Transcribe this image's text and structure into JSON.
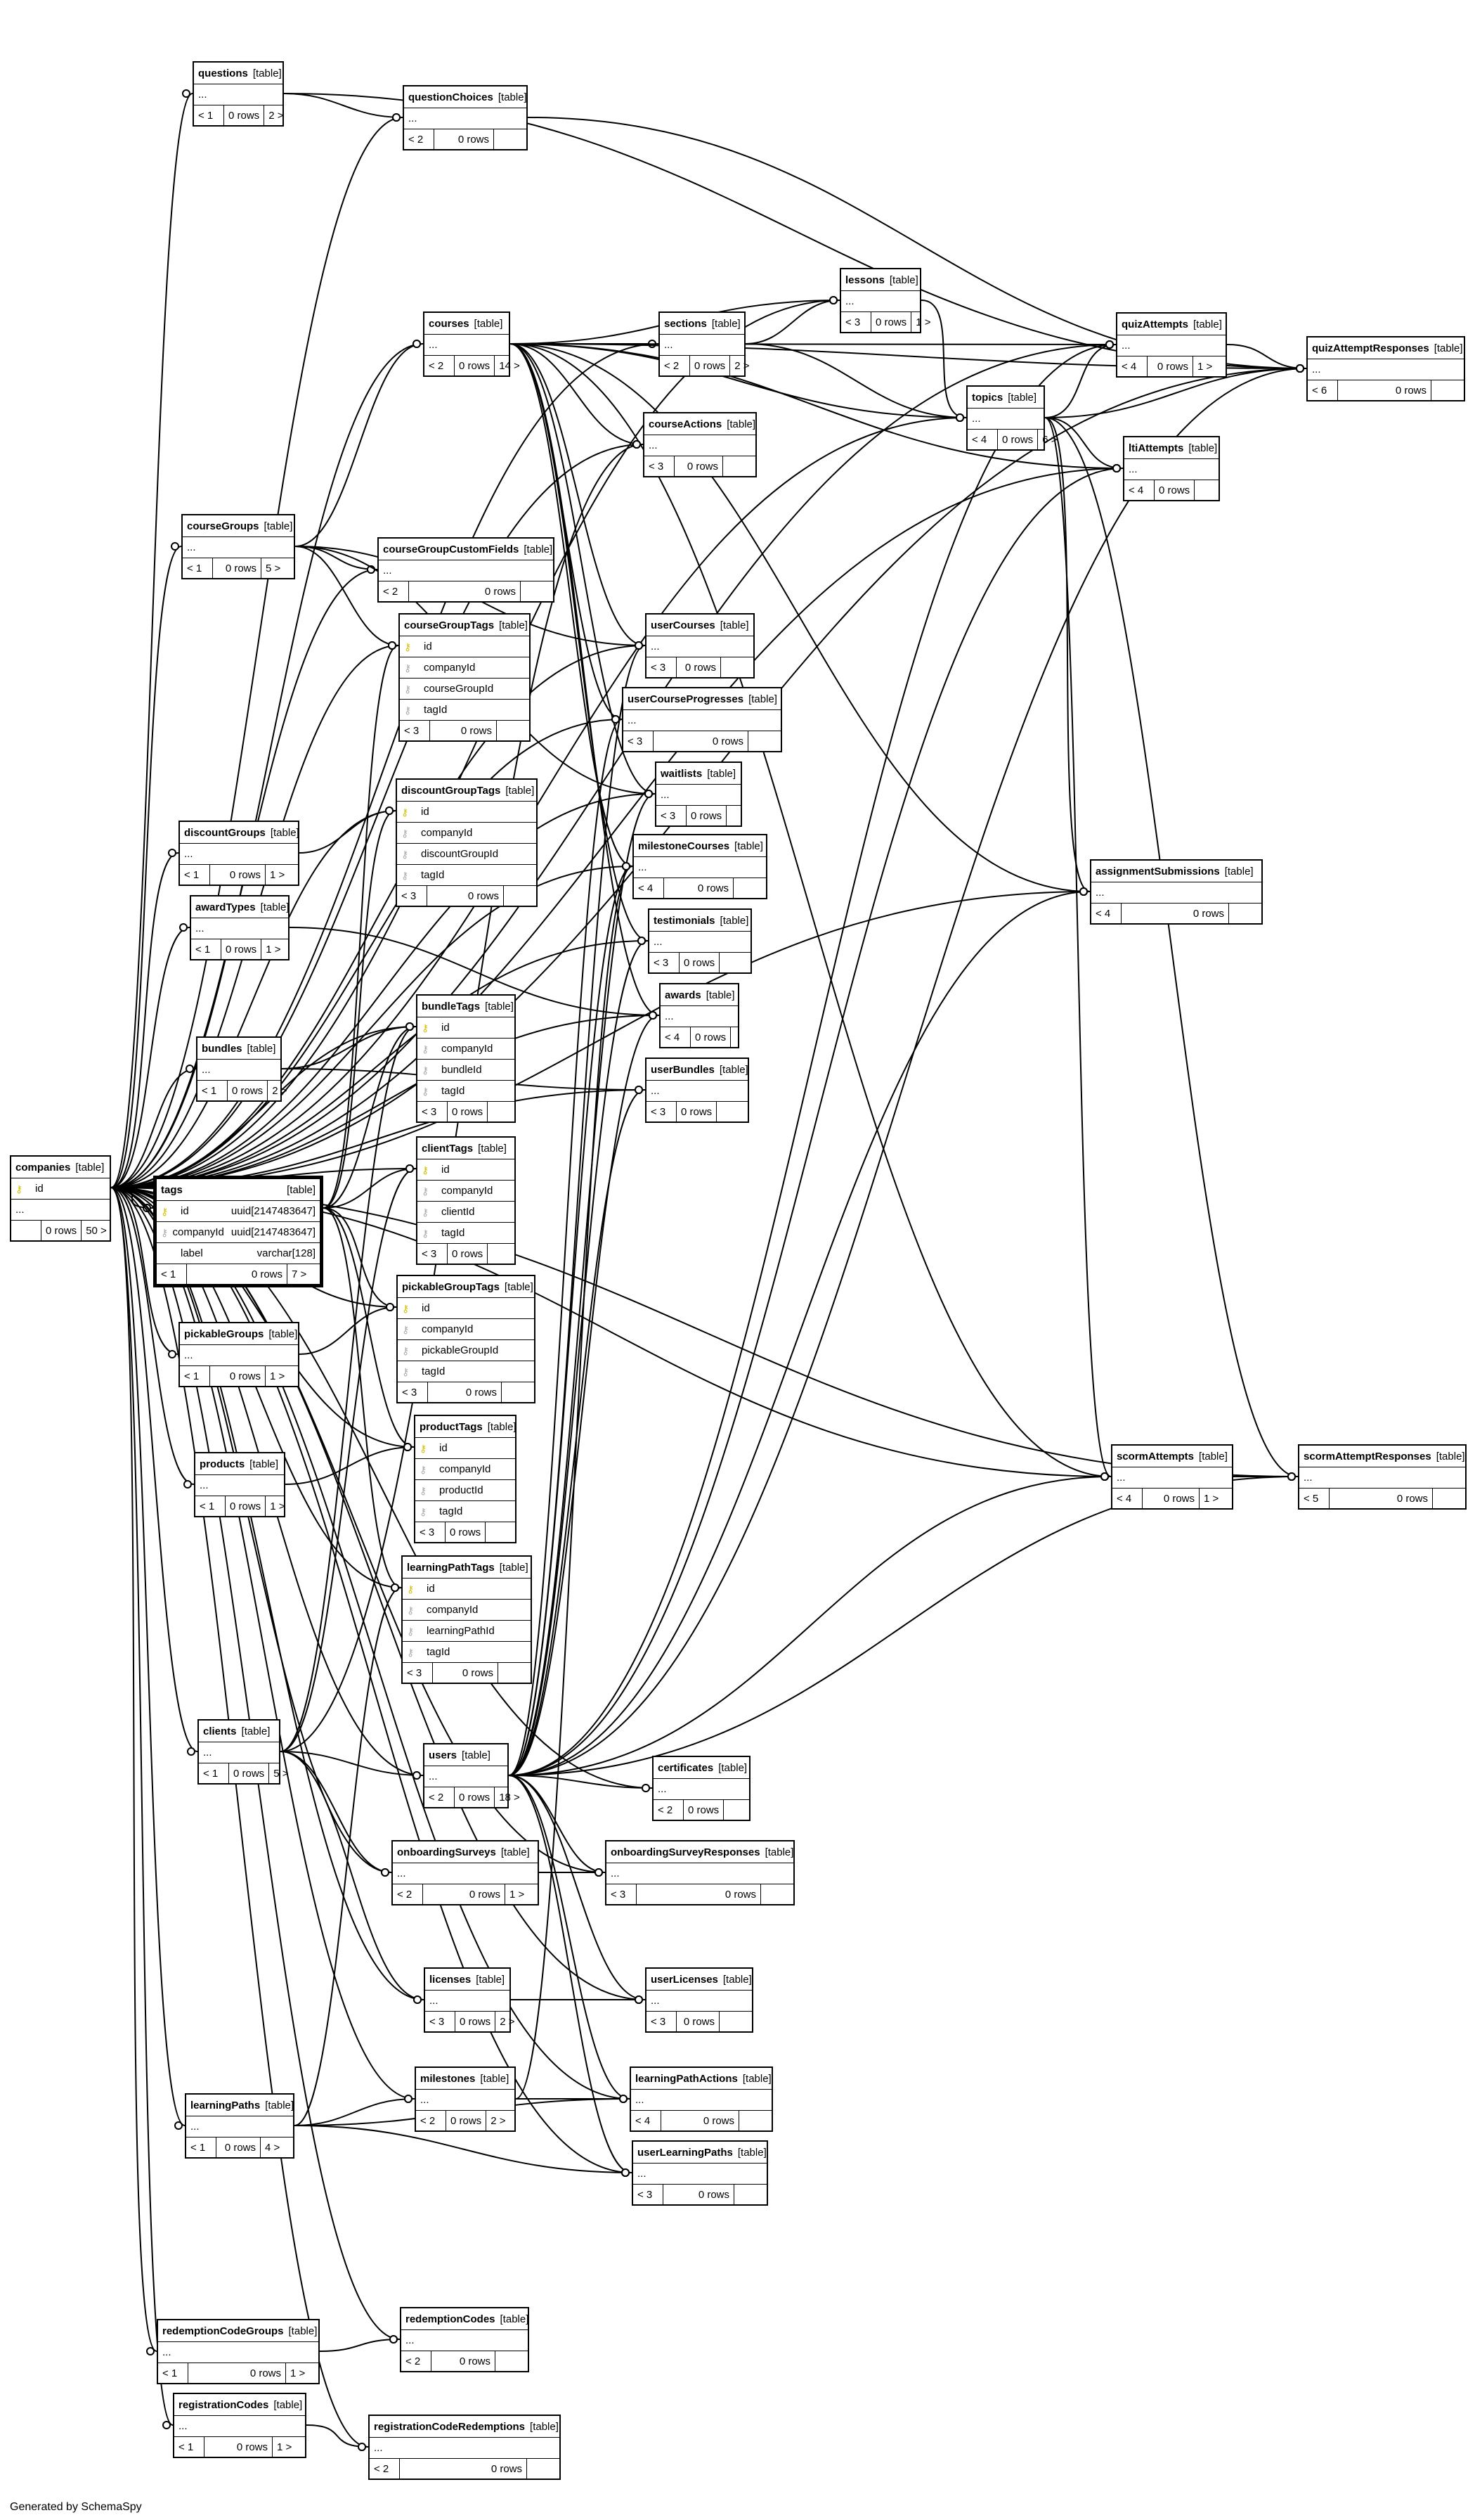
{
  "diagram": {
    "generated_by": "Generated by SchemaSpy",
    "kind_label": "[table]",
    "ellipsis": "...",
    "tables": [
      {
        "id": "questions",
        "name": "questions",
        "footer": [
          "< 1",
          "0 rows",
          "2 >"
        ]
      },
      {
        "id": "questionChoices",
        "name": "questionChoices",
        "footer": [
          "< 2",
          "0 rows",
          ""
        ]
      },
      {
        "id": "courses",
        "name": "courses",
        "footer": [
          "< 2",
          "0 rows",
          "14 >"
        ]
      },
      {
        "id": "sections",
        "name": "sections",
        "footer": [
          "< 2",
          "0 rows",
          "2 >"
        ]
      },
      {
        "id": "lessons",
        "name": "lessons",
        "footer": [
          "< 3",
          "0 rows",
          "1 >"
        ]
      },
      {
        "id": "quizAttempts",
        "name": "quizAttempts",
        "footer": [
          "< 4",
          "0 rows",
          "1 >"
        ]
      },
      {
        "id": "quizAttemptResponses",
        "name": "quizAttemptResponses",
        "footer": [
          "< 6",
          "0 rows",
          ""
        ]
      },
      {
        "id": "topics",
        "name": "topics",
        "footer": [
          "< 4",
          "0 rows",
          "6 >"
        ]
      },
      {
        "id": "courseActions",
        "name": "courseActions",
        "footer": [
          "< 3",
          "0 rows",
          ""
        ]
      },
      {
        "id": "ltiAttempts",
        "name": "ltiAttempts",
        "footer": [
          "< 4",
          "0 rows",
          ""
        ]
      },
      {
        "id": "courseGroups",
        "name": "courseGroups",
        "footer": [
          "< 1",
          "0 rows",
          "5 >"
        ]
      },
      {
        "id": "courseGroupCustomFields",
        "name": "courseGroupCustomFields",
        "footer": [
          "< 2",
          "0 rows",
          ""
        ]
      },
      {
        "id": "courseGroupTags",
        "name": "courseGroupTags",
        "columns": [
          {
            "key": "pk",
            "name": "id"
          },
          {
            "key": "fk",
            "name": "companyId"
          },
          {
            "key": "fk",
            "name": "courseGroupId"
          },
          {
            "key": "fk",
            "name": "tagId"
          }
        ],
        "footer": [
          "< 3",
          "0 rows",
          ""
        ]
      },
      {
        "id": "userCourses",
        "name": "userCourses",
        "footer": [
          "< 3",
          "0 rows",
          ""
        ]
      },
      {
        "id": "userCourseProgresses",
        "name": "userCourseProgresses",
        "footer": [
          "< 3",
          "0 rows",
          ""
        ]
      },
      {
        "id": "waitlists",
        "name": "waitlists",
        "footer": [
          "< 3",
          "0 rows",
          ""
        ]
      },
      {
        "id": "discountGroupTags",
        "name": "discountGroupTags",
        "columns": [
          {
            "key": "pk",
            "name": "id"
          },
          {
            "key": "fk",
            "name": "companyId"
          },
          {
            "key": "fk",
            "name": "discountGroupId"
          },
          {
            "key": "fk",
            "name": "tagId"
          }
        ],
        "footer": [
          "< 3",
          "0 rows",
          ""
        ]
      },
      {
        "id": "discountGroups",
        "name": "discountGroups",
        "footer": [
          "< 1",
          "0 rows",
          "1 >"
        ]
      },
      {
        "id": "milestoneCourses",
        "name": "milestoneCourses",
        "footer": [
          "< 4",
          "0 rows",
          ""
        ]
      },
      {
        "id": "assignmentSubmissions",
        "name": "assignmentSubmissions",
        "footer": [
          "< 4",
          "0 rows",
          ""
        ]
      },
      {
        "id": "awardTypes",
        "name": "awardTypes",
        "footer": [
          "< 1",
          "0 rows",
          "1 >"
        ]
      },
      {
        "id": "testimonials",
        "name": "testimonials",
        "footer": [
          "< 3",
          "0 rows",
          ""
        ]
      },
      {
        "id": "awards",
        "name": "awards",
        "footer": [
          "< 4",
          "0 rows",
          ""
        ]
      },
      {
        "id": "bundleTags",
        "name": "bundleTags",
        "columns": [
          {
            "key": "pk",
            "name": "id"
          },
          {
            "key": "fk",
            "name": "companyId"
          },
          {
            "key": "fk",
            "name": "bundleId"
          },
          {
            "key": "fk",
            "name": "tagId"
          }
        ],
        "footer": [
          "< 3",
          "0 rows",
          ""
        ]
      },
      {
        "id": "bundles",
        "name": "bundles",
        "footer": [
          "< 1",
          "0 rows",
          "2 >"
        ]
      },
      {
        "id": "userBundles",
        "name": "userBundles",
        "footer": [
          "< 3",
          "0 rows",
          ""
        ]
      },
      {
        "id": "companies",
        "name": "companies",
        "columns": [
          {
            "key": "pk",
            "name": "id"
          }
        ],
        "has_ellipsis": true,
        "footer": [
          "",
          "0 rows",
          "50 >"
        ]
      },
      {
        "id": "tags",
        "name": "tags",
        "focus": true,
        "columns": [
          {
            "key": "pk",
            "name": "id",
            "type": "uuid[2147483647]"
          },
          {
            "key": "fk",
            "name": "companyId",
            "type": "uuid[2147483647]"
          },
          {
            "key": "",
            "name": "label",
            "type": "varchar[128]"
          }
        ],
        "footer": [
          "< 1",
          "0 rows",
          "7 >"
        ]
      },
      {
        "id": "clientTags",
        "name": "clientTags",
        "columns": [
          {
            "key": "pk",
            "name": "id"
          },
          {
            "key": "fk",
            "name": "companyId"
          },
          {
            "key": "fk",
            "name": "clientId"
          },
          {
            "key": "fk",
            "name": "tagId"
          }
        ],
        "footer": [
          "< 3",
          "0 rows",
          ""
        ]
      },
      {
        "id": "pickableGroupTags",
        "name": "pickableGroupTags",
        "columns": [
          {
            "key": "pk",
            "name": "id"
          },
          {
            "key": "fk",
            "name": "companyId"
          },
          {
            "key": "fk",
            "name": "pickableGroupId"
          },
          {
            "key": "fk",
            "name": "tagId"
          }
        ],
        "footer": [
          "< 3",
          "0 rows",
          ""
        ]
      },
      {
        "id": "pickableGroups",
        "name": "pickableGroups",
        "footer": [
          "< 1",
          "0 rows",
          "1 >"
        ]
      },
      {
        "id": "productTags",
        "name": "productTags",
        "columns": [
          {
            "key": "pk",
            "name": "id"
          },
          {
            "key": "fk",
            "name": "companyId"
          },
          {
            "key": "fk",
            "name": "productId"
          },
          {
            "key": "fk",
            "name": "tagId"
          }
        ],
        "footer": [
          "< 3",
          "0 rows",
          ""
        ]
      },
      {
        "id": "products",
        "name": "products",
        "footer": [
          "< 1",
          "0 rows",
          "1 >"
        ]
      },
      {
        "id": "scormAttempts",
        "name": "scormAttempts",
        "footer": [
          "< 4",
          "0 rows",
          "1 >"
        ]
      },
      {
        "id": "scormAttemptResponses",
        "name": "scormAttemptResponses",
        "footer": [
          "< 5",
          "0 rows",
          ""
        ]
      },
      {
        "id": "learningPathTags",
        "name": "learningPathTags",
        "columns": [
          {
            "key": "pk",
            "name": "id"
          },
          {
            "key": "fk",
            "name": "companyId"
          },
          {
            "key": "fk",
            "name": "learningPathId"
          },
          {
            "key": "fk",
            "name": "tagId"
          }
        ],
        "footer": [
          "< 3",
          "0 rows",
          ""
        ]
      },
      {
        "id": "clients",
        "name": "clients",
        "footer": [
          "< 1",
          "0 rows",
          "5 >"
        ]
      },
      {
        "id": "users",
        "name": "users",
        "footer": [
          "< 2",
          "0 rows",
          "18 >"
        ]
      },
      {
        "id": "certificates",
        "name": "certificates",
        "footer": [
          "< 2",
          "0 rows",
          ""
        ]
      },
      {
        "id": "onboardingSurveys",
        "name": "onboardingSurveys",
        "footer": [
          "< 2",
          "0 rows",
          "1 >"
        ]
      },
      {
        "id": "onboardingSurveyResponses",
        "name": "onboardingSurveyResponses",
        "footer": [
          "< 3",
          "0 rows",
          ""
        ]
      },
      {
        "id": "licenses",
        "name": "licenses",
        "footer": [
          "< 3",
          "0 rows",
          "2 >"
        ]
      },
      {
        "id": "userLicenses",
        "name": "userLicenses",
        "footer": [
          "< 3",
          "0 rows",
          ""
        ]
      },
      {
        "id": "milestones",
        "name": "milestones",
        "footer": [
          "< 2",
          "0 rows",
          "2 >"
        ]
      },
      {
        "id": "learningPathActions",
        "name": "learningPathActions",
        "footer": [
          "< 4",
          "0 rows",
          ""
        ]
      },
      {
        "id": "learningPaths",
        "name": "learningPaths",
        "footer": [
          "< 1",
          "0 rows",
          "4 >"
        ]
      },
      {
        "id": "userLearningPaths",
        "name": "userLearningPaths",
        "footer": [
          "< 3",
          "0 rows",
          ""
        ]
      },
      {
        "id": "redemptionCodes",
        "name": "redemptionCodes",
        "footer": [
          "< 2",
          "0 rows",
          ""
        ]
      },
      {
        "id": "redemptionCodeGroups",
        "name": "redemptionCodeGroups",
        "footer": [
          "< 1",
          "0 rows",
          "1 >"
        ]
      },
      {
        "id": "registrationCodes",
        "name": "registrationCodes",
        "footer": [
          "< 1",
          "0 rows",
          "1 >"
        ]
      },
      {
        "id": "registrationCodeRedemptions",
        "name": "registrationCodeRedemptions",
        "footer": [
          "< 2",
          "0 rows",
          ""
        ]
      }
    ],
    "relations": [
      [
        "companies",
        "questions"
      ],
      [
        "companies",
        "questionChoices"
      ],
      [
        "companies",
        "courses"
      ],
      [
        "companies",
        "sections"
      ],
      [
        "companies",
        "lessons"
      ],
      [
        "companies",
        "quizAttempts"
      ],
      [
        "companies",
        "quizAttemptResponses"
      ],
      [
        "companies",
        "topics"
      ],
      [
        "companies",
        "courseActions"
      ],
      [
        "companies",
        "ltiAttempts"
      ],
      [
        "companies",
        "courseGroups"
      ],
      [
        "companies",
        "courseGroupCustomFields"
      ],
      [
        "companies",
        "courseGroupTags"
      ],
      [
        "companies",
        "userCourses"
      ],
      [
        "companies",
        "userCourseProgresses"
      ],
      [
        "companies",
        "waitlists"
      ],
      [
        "companies",
        "discountGroups"
      ],
      [
        "companies",
        "discountGroupTags"
      ],
      [
        "companies",
        "milestoneCourses"
      ],
      [
        "companies",
        "assignmentSubmissions"
      ],
      [
        "companies",
        "awardTypes"
      ],
      [
        "companies",
        "testimonials"
      ],
      [
        "companies",
        "awards"
      ],
      [
        "companies",
        "bundles"
      ],
      [
        "companies",
        "bundleTags"
      ],
      [
        "companies",
        "userBundles"
      ],
      [
        "companies",
        "tags"
      ],
      [
        "companies",
        "clientTags"
      ],
      [
        "companies",
        "pickableGroups"
      ],
      [
        "companies",
        "pickableGroupTags"
      ],
      [
        "companies",
        "products"
      ],
      [
        "companies",
        "productTags"
      ],
      [
        "companies",
        "scormAttempts"
      ],
      [
        "companies",
        "scormAttemptResponses"
      ],
      [
        "companies",
        "learningPathTags"
      ],
      [
        "companies",
        "clients"
      ],
      [
        "companies",
        "users"
      ],
      [
        "companies",
        "certificates"
      ],
      [
        "companies",
        "onboardingSurveys"
      ],
      [
        "companies",
        "onboardingSurveyResponses"
      ],
      [
        "companies",
        "licenses"
      ],
      [
        "companies",
        "userLicenses"
      ],
      [
        "companies",
        "milestones"
      ],
      [
        "companies",
        "learningPathActions"
      ],
      [
        "companies",
        "learningPaths"
      ],
      [
        "companies",
        "userLearningPaths"
      ],
      [
        "companies",
        "redemptionCodeGroups"
      ],
      [
        "companies",
        "redemptionCodes"
      ],
      [
        "companies",
        "registrationCodes"
      ],
      [
        "companies",
        "registrationCodeRedemptions"
      ],
      [
        "questions",
        "questionChoices"
      ],
      [
        "questions",
        "quizAttemptResponses"
      ],
      [
        "questionChoices",
        "quizAttemptResponses"
      ],
      [
        "courses",
        "sections"
      ],
      [
        "courses",
        "lessons"
      ],
      [
        "courses",
        "topics"
      ],
      [
        "courses",
        "courseActions"
      ],
      [
        "courses",
        "userCourses"
      ],
      [
        "courses",
        "userCourseProgresses"
      ],
      [
        "courses",
        "waitlists"
      ],
      [
        "courses",
        "milestoneCourses"
      ],
      [
        "courses",
        "testimonials"
      ],
      [
        "courses",
        "awards"
      ],
      [
        "courses",
        "quizAttempts"
      ],
      [
        "courses",
        "ltiAttempts"
      ],
      [
        "courses",
        "assignmentSubmissions"
      ],
      [
        "courses",
        "scormAttempts"
      ],
      [
        "courses",
        "quizAttemptResponses"
      ],
      [
        "sections",
        "lessons"
      ],
      [
        "sections",
        "topics"
      ],
      [
        "lessons",
        "topics"
      ],
      [
        "topics",
        "quizAttempts"
      ],
      [
        "topics",
        "ltiAttempts"
      ],
      [
        "topics",
        "assignmentSubmissions"
      ],
      [
        "topics",
        "scormAttempts"
      ],
      [
        "topics",
        "quizAttemptResponses"
      ],
      [
        "topics",
        "scormAttemptResponses"
      ],
      [
        "quizAttempts",
        "quizAttemptResponses"
      ],
      [
        "scormAttempts",
        "scormAttemptResponses"
      ],
      [
        "courseGroups",
        "courseGroupCustomFields"
      ],
      [
        "courseGroups",
        "courseGroupTags"
      ],
      [
        "courseGroups",
        "userCourses"
      ],
      [
        "courseGroups",
        "courses"
      ],
      [
        "courseGroups",
        "waitlists"
      ],
      [
        "discountGroups",
        "discountGroupTags"
      ],
      [
        "awardTypes",
        "awards"
      ],
      [
        "bundles",
        "bundleTags"
      ],
      [
        "bundles",
        "userBundles"
      ],
      [
        "tags",
        "courseGroupTags"
      ],
      [
        "tags",
        "discountGroupTags"
      ],
      [
        "tags",
        "bundleTags"
      ],
      [
        "tags",
        "clientTags"
      ],
      [
        "tags",
        "pickableGroupTags"
      ],
      [
        "tags",
        "productTags"
      ],
      [
        "tags",
        "learningPathTags"
      ],
      [
        "pickableGroups",
        "pickableGroupTags"
      ],
      [
        "products",
        "productTags"
      ],
      [
        "learningPaths",
        "learningPathTags"
      ],
      [
        "clients",
        "clientTags"
      ],
      [
        "clients",
        "users"
      ],
      [
        "clients",
        "onboardingSurveys"
      ],
      [
        "clients",
        "licenses"
      ],
      [
        "clients",
        "bundleTags"
      ],
      [
        "clients",
        "courseActions"
      ],
      [
        "users",
        "certificates"
      ],
      [
        "users",
        "onboardingSurveyResponses"
      ],
      [
        "users",
        "userLicenses"
      ],
      [
        "users",
        "learningPathActions"
      ],
      [
        "users",
        "userLearningPaths"
      ],
      [
        "users",
        "userCourses"
      ],
      [
        "users",
        "userCourseProgresses"
      ],
      [
        "users",
        "waitlists"
      ],
      [
        "users",
        "milestoneCourses"
      ],
      [
        "users",
        "testimonials"
      ],
      [
        "users",
        "awards"
      ],
      [
        "users",
        "userBundles"
      ],
      [
        "users",
        "quizAttempts"
      ],
      [
        "users",
        "ltiAttempts"
      ],
      [
        "users",
        "assignmentSubmissions"
      ],
      [
        "users",
        "scormAttempts"
      ],
      [
        "users",
        "scormAttemptResponses"
      ],
      [
        "users",
        "quizAttemptResponses"
      ],
      [
        "onboardingSurveys",
        "onboardingSurveyResponses"
      ],
      [
        "licenses",
        "userLicenses"
      ],
      [
        "milestones",
        "learningPathActions"
      ],
      [
        "milestones",
        "milestoneCourses"
      ],
      [
        "learningPaths",
        "milestones"
      ],
      [
        "learningPaths",
        "learningPathActions"
      ],
      [
        "learningPaths",
        "userLearningPaths"
      ],
      [
        "redemptionCodeGroups",
        "redemptionCodes"
      ],
      [
        "registrationCodes",
        "registrationCodeRedemptions"
      ]
    ]
  }
}
